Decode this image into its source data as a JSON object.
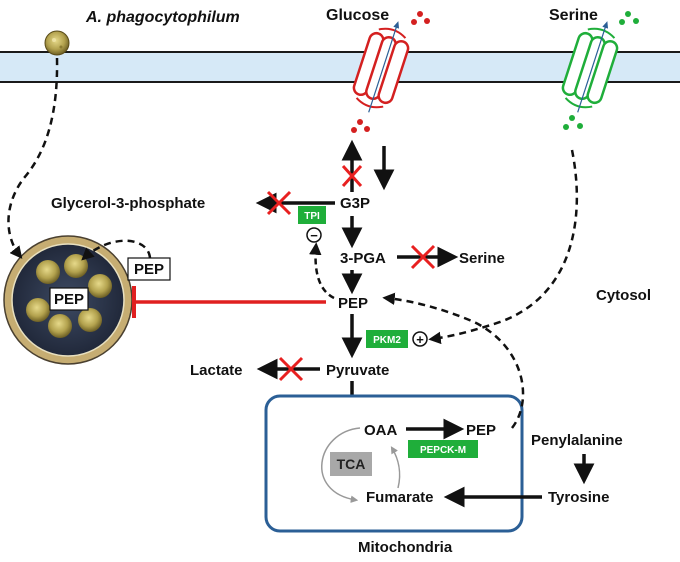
{
  "organism": "A. phagocytophilum",
  "membrane_transporters": {
    "glucose": "Glucose",
    "serine": "Serine"
  },
  "compartments": {
    "cytosol": "Cytosol",
    "mitochondria": "Mitochondria"
  },
  "metabolites": {
    "glycerol_3_phosphate": "Glycerol-3-phosphate",
    "g3p": "G3P",
    "pga_3": "3-PGA",
    "serine_product": "Serine",
    "pep_cytosol": "PEP",
    "lactate": "Lactate",
    "pyruvate": "Pyruvate",
    "oaa": "OAA",
    "pep_mito": "PEP",
    "fumarate": "Fumarate",
    "phenylalanine": "Penylalanine",
    "tyrosine": "Tyrosine",
    "pep_vacuole_inside": "PEP",
    "pep_vacuole_outside": "PEP"
  },
  "enzymes": {
    "tpi": "TPI",
    "pkm2": "PKM2",
    "pepck_m": "PEPCK-M",
    "tca": "TCA"
  },
  "regulation_signs": {
    "tpi_effect": "−",
    "pkm2_effect": "+"
  },
  "colors": {
    "glucose_transporter": "#d42020",
    "serine_transporter": "#1fae3a",
    "enzyme_tag": "#1fae3a",
    "inhibition": "#e02020",
    "blocked_cross": "#e82020",
    "membrane": "#d6e9f7",
    "mitochondria_border": "#2b5f96",
    "tca_box": "#a8a8a8"
  }
}
